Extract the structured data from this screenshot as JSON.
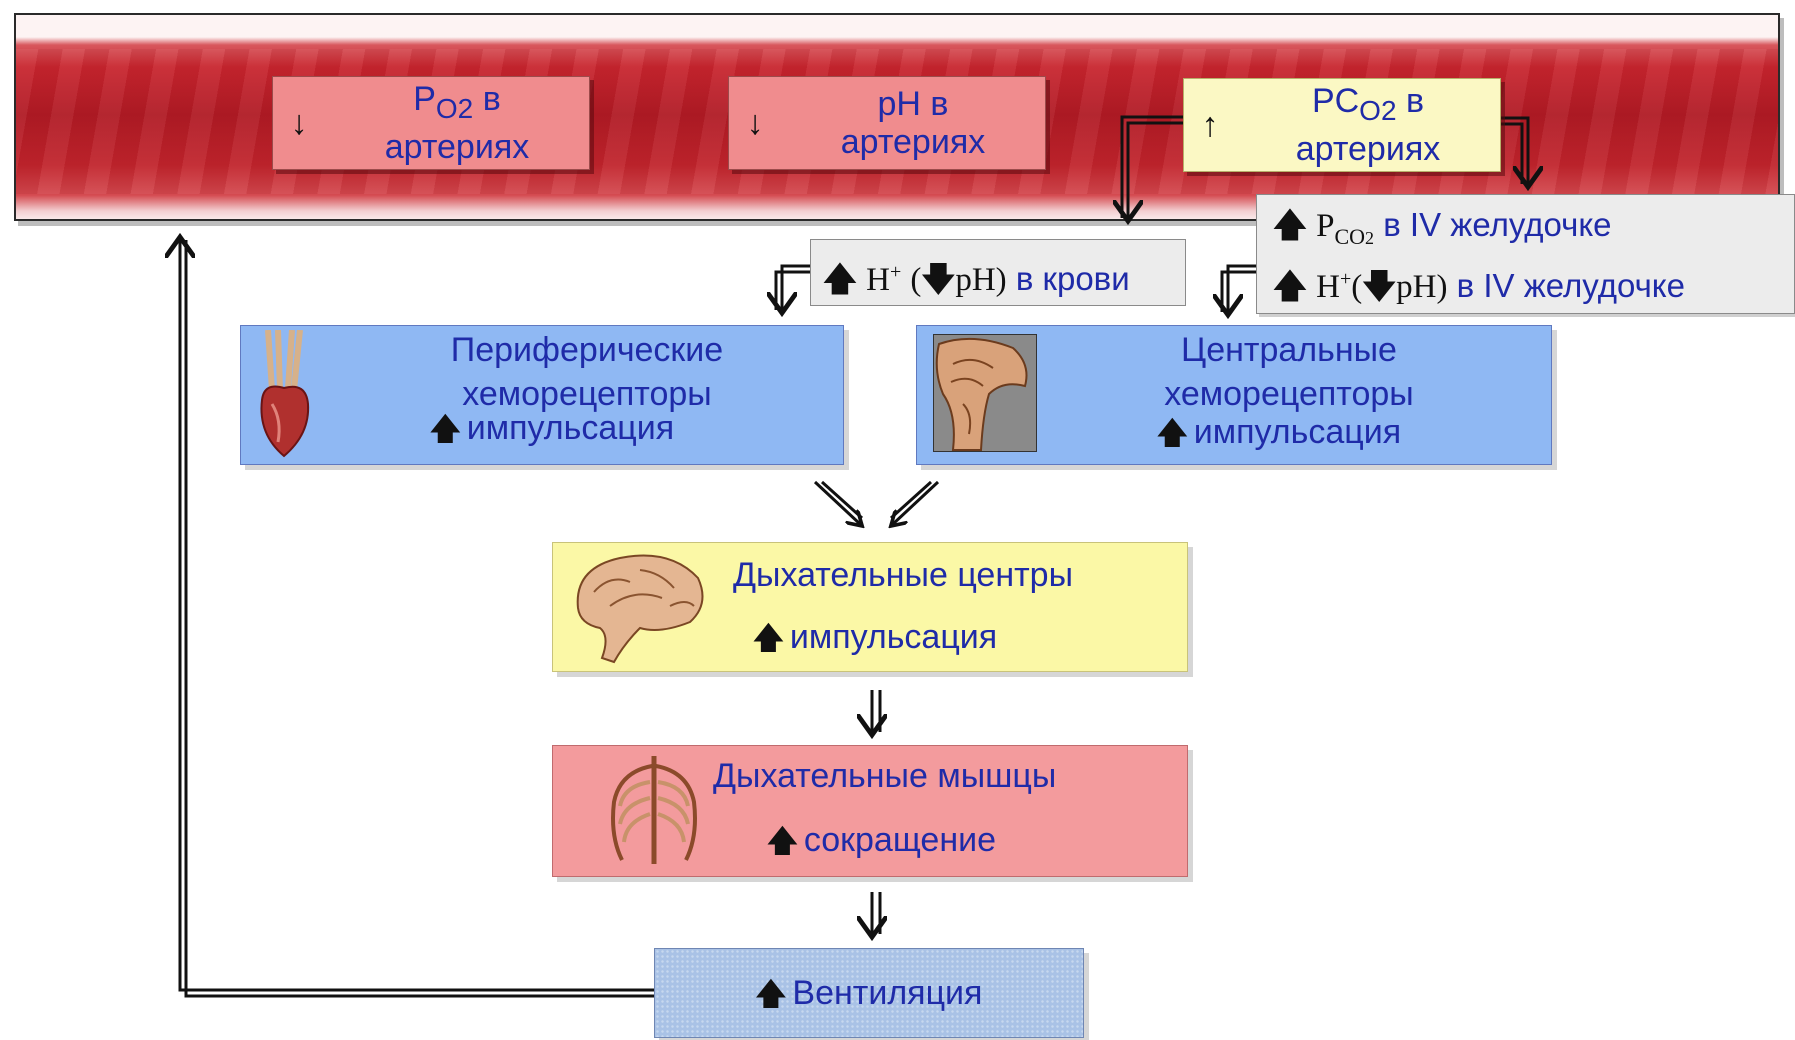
{
  "artery": {
    "po2": {
      "label_main": "P",
      "label_sub": "O2",
      "label_rest": " в",
      "line2": "артериях",
      "arrow": "down"
    },
    "ph": {
      "line1": "pH в",
      "line2": "артериях",
      "arrow": "down"
    },
    "pco2": {
      "label_main": "PC",
      "label_sub": "O2",
      "label_rest": " в",
      "line2": "артериях",
      "arrow": "up"
    }
  },
  "blood_h": {
    "h": "H",
    "sup": "+",
    "ph": "pH)",
    "open": "(",
    "suffix": " в крови"
  },
  "ventricle": {
    "line1": {
      "p": "P",
      "sub": "CO",
      "sub2": "2",
      "suffix": " в IV желудочке"
    },
    "line2": {
      "h": "H",
      "sup": "+",
      "open": "(",
      "ph": "pH)",
      "suffix": " в IV желудочке"
    }
  },
  "peripheral": {
    "line1": "Периферические",
    "line2": "хеморецепторы",
    "line3": "импульсация",
    "icon": "heart-icon"
  },
  "central": {
    "line1": "Центральные",
    "line2": "хеморецепторы",
    "line3": "импульсация",
    "icon": "brainstem-icon"
  },
  "resp_centers": {
    "line1": "Дыхательные центры",
    "line2": "импульсация",
    "icon": "brain-icon"
  },
  "resp_muscles": {
    "line1": "Дыхательные мышцы",
    "line2": "сокращение",
    "icon": "ribcage-icon"
  },
  "ventilation": {
    "label": "Вентиляция"
  },
  "colors": {
    "arrow": "#111111",
    "text": "#1f2ba8",
    "blue_box": "#8fb8f3",
    "yellow_box": "#fbf8a6",
    "pink_box": "#f39b9d",
    "artery": "#c8262f"
  }
}
